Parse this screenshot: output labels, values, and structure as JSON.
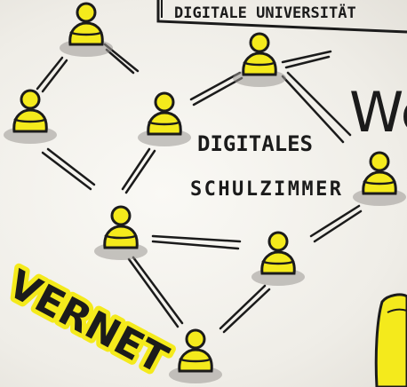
{
  "scene": {
    "banner_text": "DIGITALE UNIVERSITÄT",
    "center_label_line1": "DIGITALES",
    "center_label_line2": "SCHULZIMMER",
    "right_word_partial": "We",
    "left_word_partial": "VERNET",
    "colors": {
      "paper": "#f3f1ec",
      "ink": "#1b1b1b",
      "highlight": "#f4ea1c",
      "shadow": "#9a9893"
    }
  }
}
